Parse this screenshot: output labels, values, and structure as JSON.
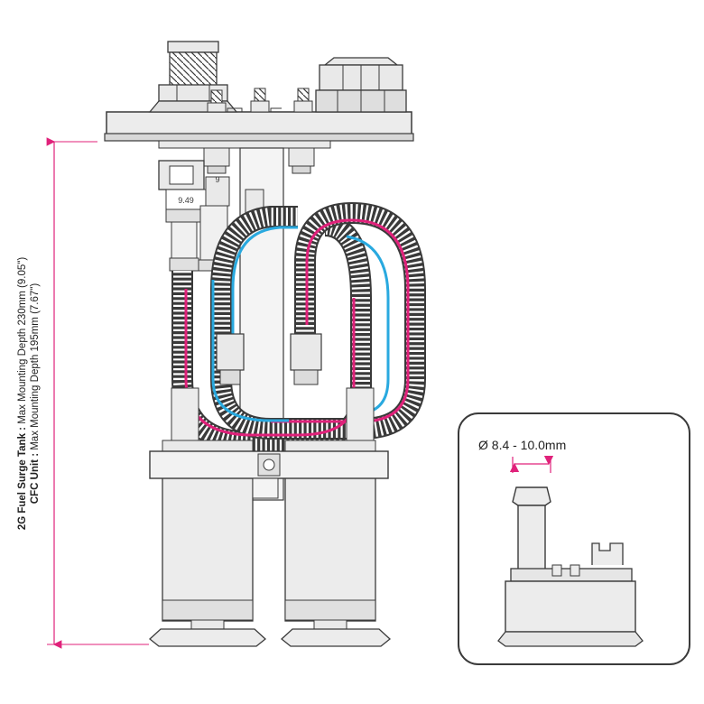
{
  "colors": {
    "magenta": "#e0217a",
    "cyan": "#29a9df",
    "outline": "#3a3a3a",
    "fill_light": "#e9e9e9",
    "fill_mid": "#d6d6d6",
    "background": "#ffffff"
  },
  "dimension_label": {
    "line1_bold": "2G Fuel Surge Tank :",
    "line1_rest": " Max Mounting Depth 230mm (9.05\")",
    "line2_bold": "CFC Unit :",
    "line2_rest": " Max Mounting Depth 195mm (7.67\")"
  },
  "connector_label": "9.49",
  "inset": {
    "diameter_label": "Ø 8.4 - 10.0mm"
  },
  "icons": [
    "dimension-arrow",
    "hex-fitting-icon",
    "barb-fitting-icon"
  ]
}
